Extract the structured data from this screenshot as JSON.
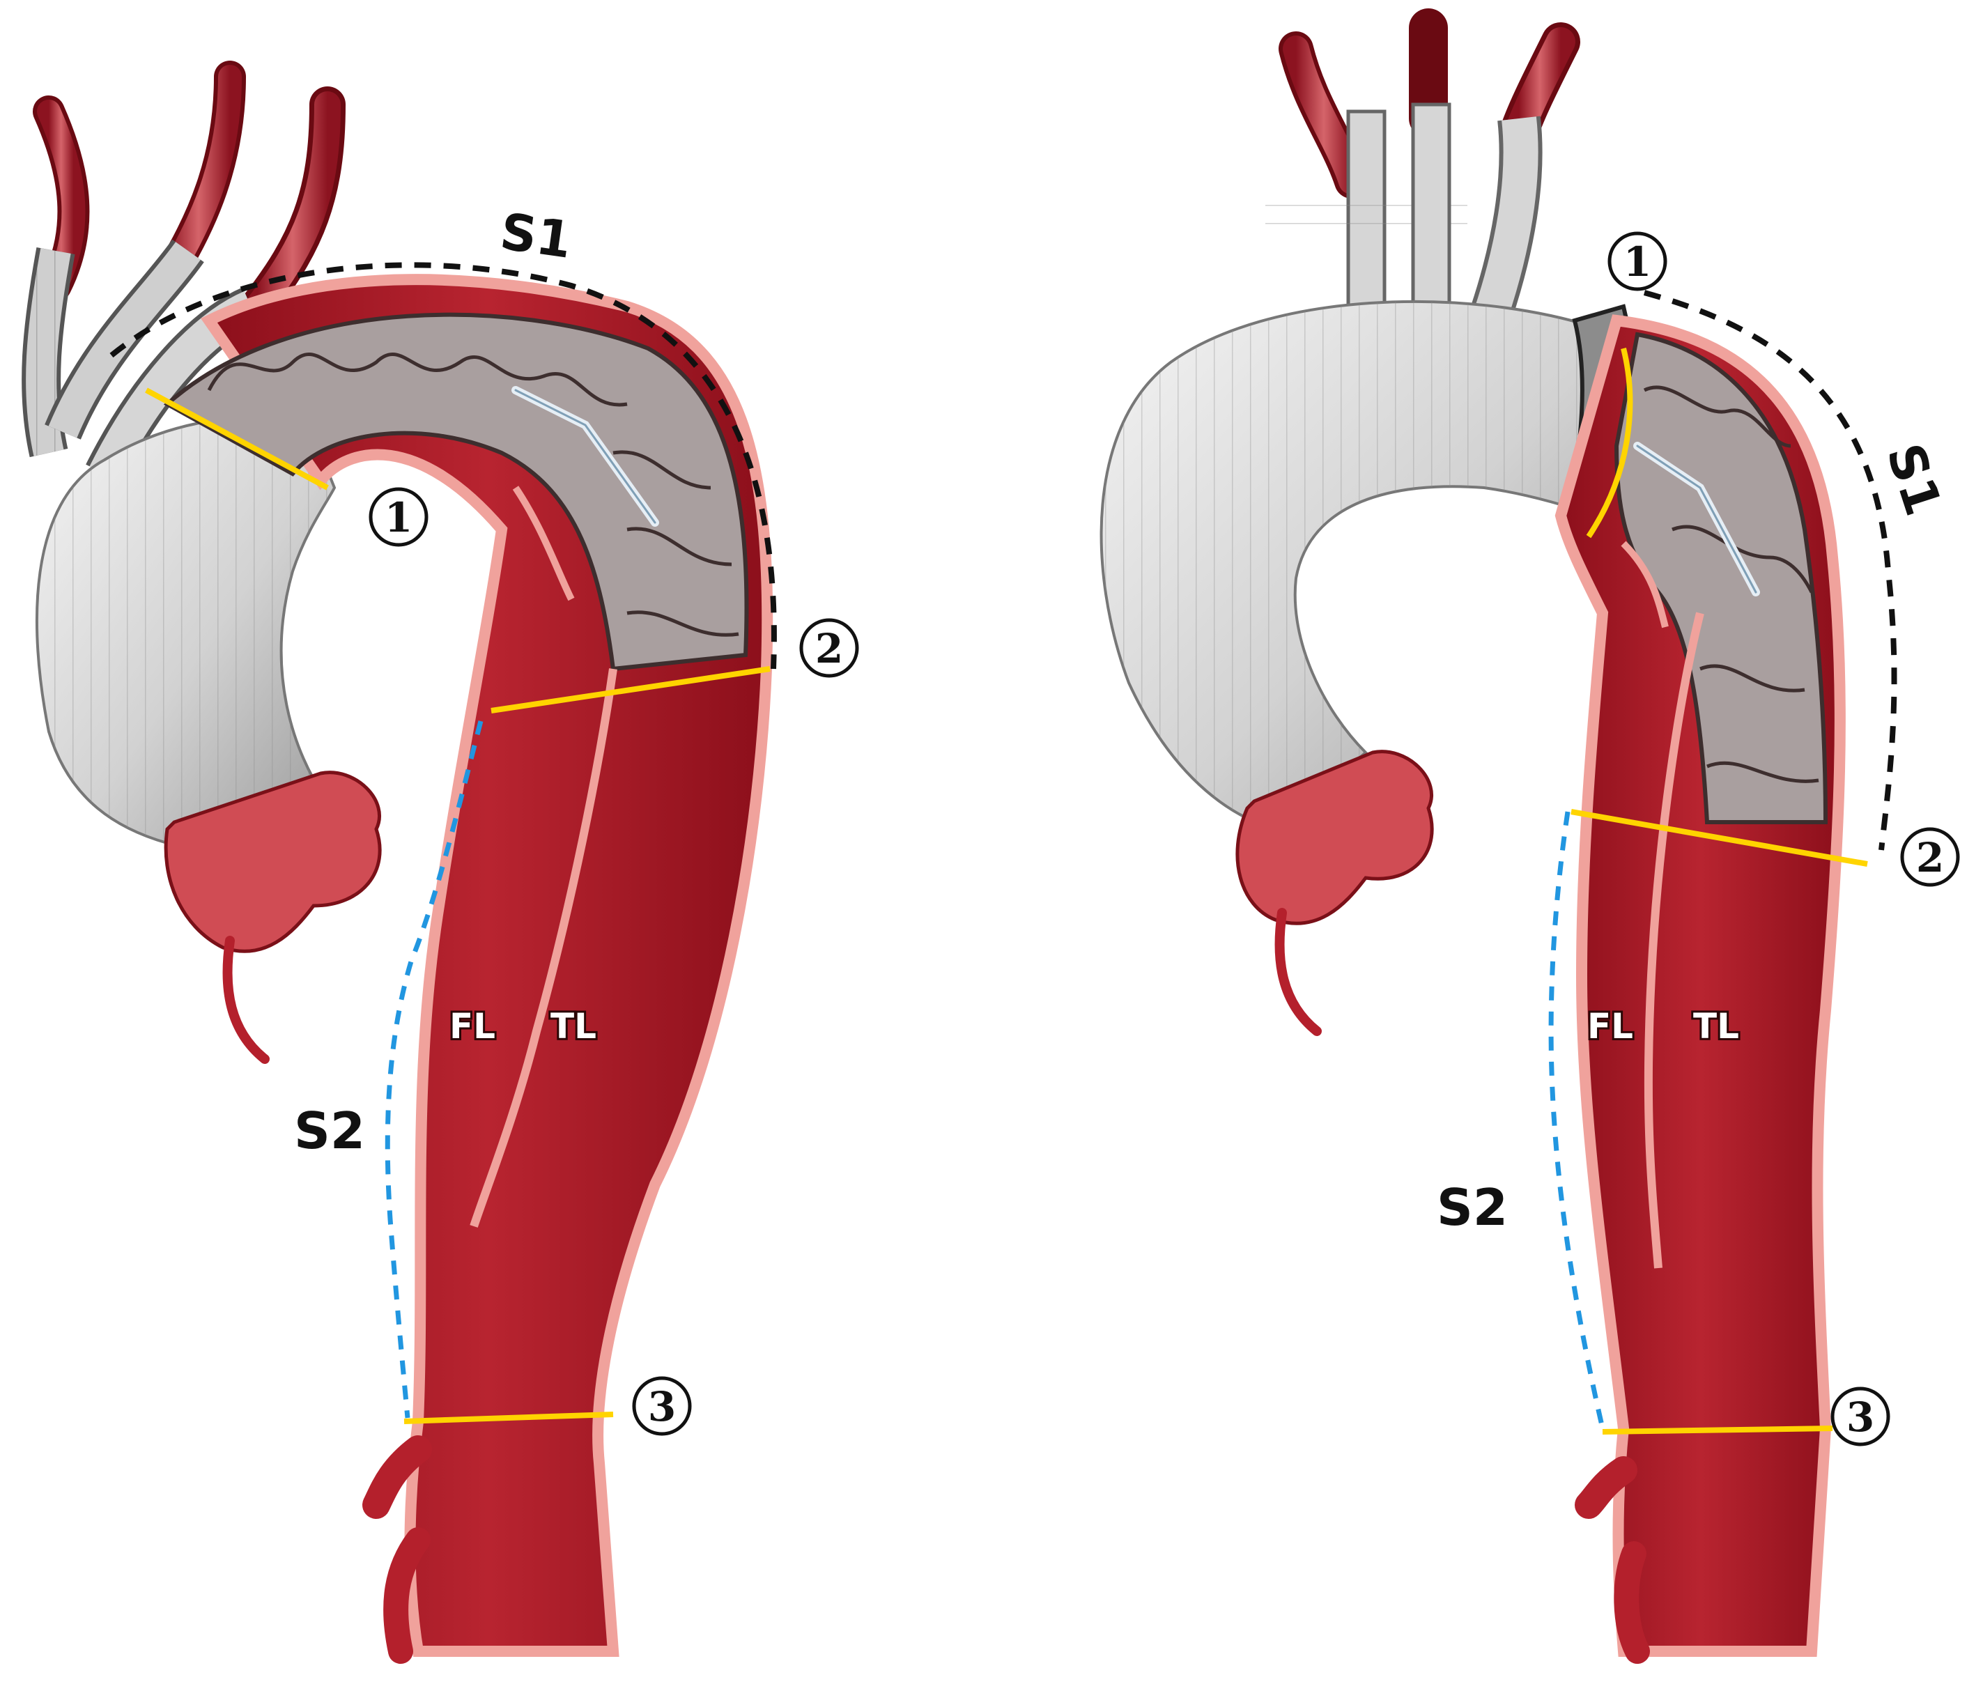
{
  "colors": {
    "vessel_dark": "#9c1420",
    "vessel_mid": "#b4202c",
    "vessel_wall": "#e88a86",
    "wall_edge": "#6a0a12",
    "graft_light": "#e4e4e4",
    "graft_dark": "#9a9a9a",
    "stent_fill": "#a99f9f",
    "stent_wire": "#3d2e2e",
    "yellow_line": "#ffd400",
    "blue_dash": "#2196e0",
    "black_dash": "#111111",
    "circle_stroke": "#111111"
  },
  "icons": {
    "vessel": "aorta-vessel-icon",
    "graft": "vascular-graft-icon",
    "stent": "stent-graft-icon",
    "marker": "circled-number-icon"
  },
  "panels": [
    {
      "id": "left",
      "segment1": "S1",
      "segment2": "S2",
      "false_lumen": "FL",
      "true_lumen": "TL",
      "markers": [
        "①",
        "②",
        "③"
      ]
    },
    {
      "id": "right",
      "segment1": "S1",
      "segment2": "S2",
      "false_lumen": "FL",
      "true_lumen": "TL",
      "markers": [
        "①",
        "②",
        "③"
      ]
    }
  ]
}
